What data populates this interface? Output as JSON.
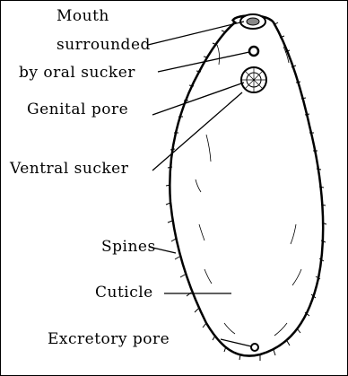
{
  "labels": {
    "mouth_line1": "Mouth",
    "mouth_line2": "surrounded",
    "mouth_line3": "by oral sucker",
    "genital_pore": "Genital pore",
    "ventral_sucker": "Ventral sucker",
    "spines": "Spines",
    "cuticle": "Cuticle",
    "excretory_pore": "Excretory pore"
  }
}
